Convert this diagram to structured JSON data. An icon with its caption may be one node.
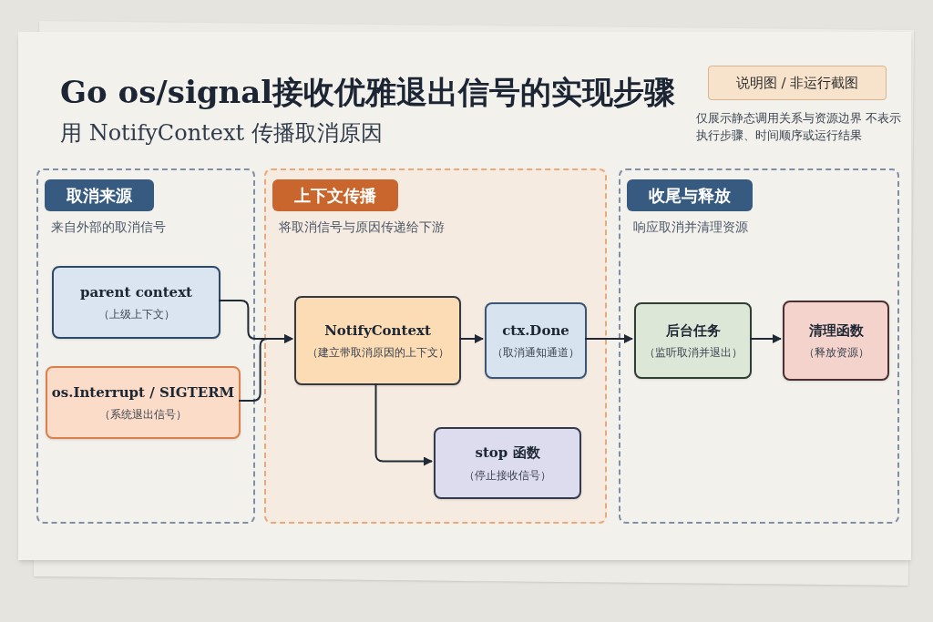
{
  "diagram": {
    "title": "Go os/signal接收优雅退出信号的实现步骤",
    "nodes": [
      {
        "text": [
          "取消来源",
          "来自外部的取消信号"
        ]
      },
      {
        "text": [
          "parent context",
          "（上级上下文）"
        ],
        "in": 0
      },
      {
        "text": [
          "os.Interrupt / SIGTERM",
          "（系统退出信号）"
        ],
        "in": 0
      },
      {
        "text": [
          "上下文传播",
          "将取消信号与原因传递给下游"
        ]
      },
      {
        "text": [
          "NotifyContext",
          "（建立带取消原因的上下文）"
        ],
        "in": 3
      },
      {
        "text": [
          "ctx.Done",
          "（取消通知通道）"
        ],
        "in": 3
      },
      {
        "text": [
          "stop 函数",
          "（停止接收信号）"
        ],
        "in": 3
      },
      {
        "text": [
          "收尾与释放",
          "响应取消并清理资源"
        ]
      },
      {
        "text": [
          "后台任务",
          "（监听取消并退出）"
        ],
        "in": 7
      },
      {
        "text": [
          "清理函数",
          "（释放资源）"
        ],
        "in": 7
      },
      {
        "text": [
          "说明图 / 非运行截图"
        ]
      }
    ],
    "edges": [
      {
        "from": 1,
        "to": 4,
        "arrow": "to"
      },
      {
        "from": 2,
        "to": 4,
        "arrow": "to"
      },
      {
        "from": 4,
        "to": 5,
        "arrow": "to"
      },
      {
        "from": 4,
        "to": 6,
        "arrow": "to"
      },
      {
        "from": 5,
        "to": 8,
        "arrow": "to"
      },
      {
        "from": 8,
        "to": 9,
        "arrow": "to"
      }
    ],
    "labels": [
      "用 NotifyContext 传播取消原因",
      "仅展示静态调用关系与资源边界 不表示执行步骤、时间顺序或运行结果"
    ]
  }
}
